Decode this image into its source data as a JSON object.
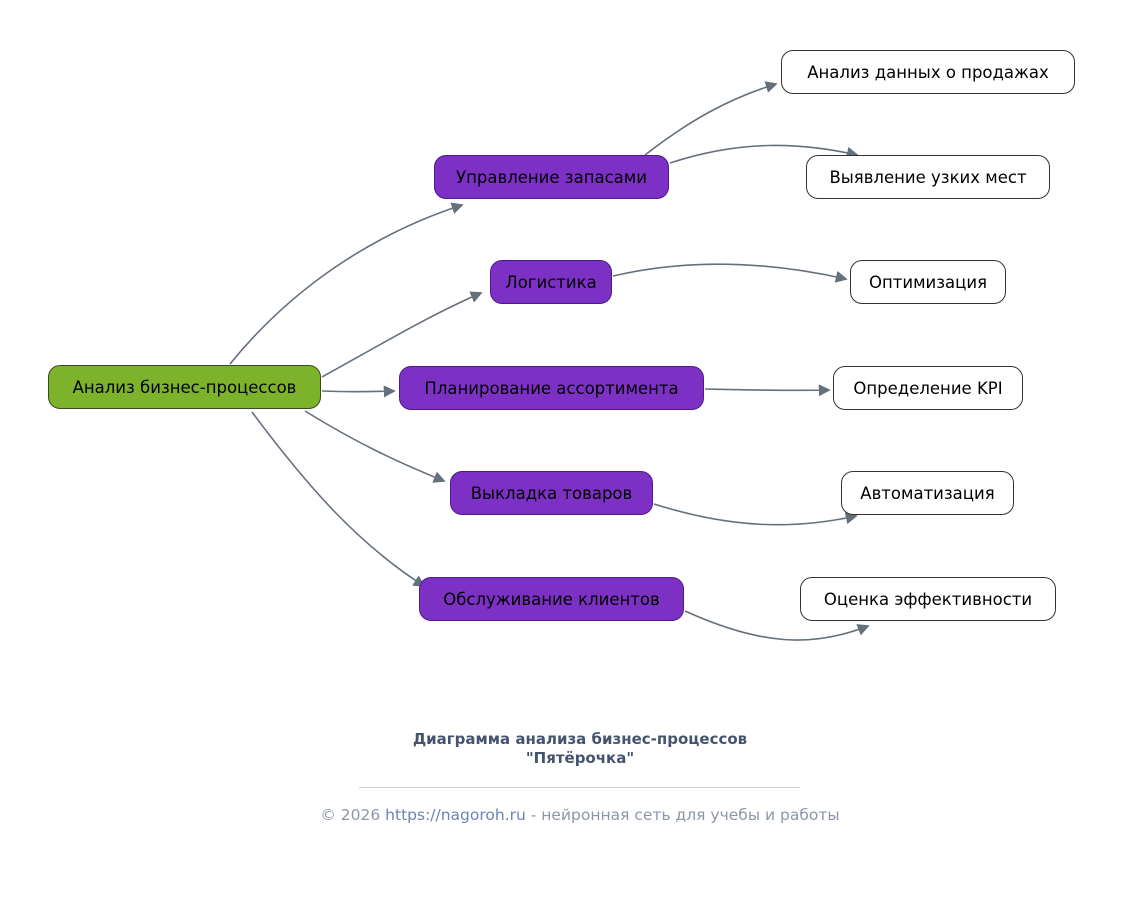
{
  "diagram": {
    "root": {
      "label": "Анализ бизнес-процессов"
    },
    "branches": [
      {
        "label": "Управление запасами"
      },
      {
        "label": "Логистика"
      },
      {
        "label": "Планирование ассортимента"
      },
      {
        "label": "Выкладка товаров"
      },
      {
        "label": "Обслуживание клиентов"
      }
    ],
    "leaves": [
      {
        "label": "Анализ данных о продажах"
      },
      {
        "label": "Выявление узких мест"
      },
      {
        "label": "Оптимизация"
      },
      {
        "label": "Определение KPI"
      },
      {
        "label": "Автоматизация"
      },
      {
        "label": "Оценка эффективности"
      }
    ],
    "edges": [
      {
        "from": "Анализ бизнес-процессов",
        "to": "Управление запасами"
      },
      {
        "from": "Анализ бизнес-процессов",
        "to": "Логистика"
      },
      {
        "from": "Анализ бизнес-процессов",
        "to": "Планирование ассортимента"
      },
      {
        "from": "Анализ бизнес-процессов",
        "to": "Выкладка товаров"
      },
      {
        "from": "Анализ бизнес-процессов",
        "to": "Обслуживание клиентов"
      },
      {
        "from": "Управление запасами",
        "to": "Анализ данных о продажах"
      },
      {
        "from": "Управление запасами",
        "to": "Выявление узких мест"
      },
      {
        "from": "Логистика",
        "to": "Оптимизация"
      },
      {
        "from": "Планирование ассортимента",
        "to": "Определение KPI"
      },
      {
        "from": "Выкладка товаров",
        "to": "Автоматизация"
      },
      {
        "from": "Обслуживание клиентов",
        "to": "Оценка эффективности"
      }
    ],
    "colors": {
      "root_fill": "#7cb32b",
      "branch_fill": "#7c30c4",
      "leaf_fill": "#ffffff",
      "edge_stroke": "#64707c",
      "node_text": "#000000"
    }
  },
  "footer": {
    "title_line1": "Диаграмма анализа бизнес-процессов",
    "title_line2": "\"Пятёрочка\"",
    "copyright_prefix": "© 2026 ",
    "copyright_link": "https://nagoroh.ru",
    "copyright_suffix": " - нейронная сеть для учебы и работы"
  }
}
